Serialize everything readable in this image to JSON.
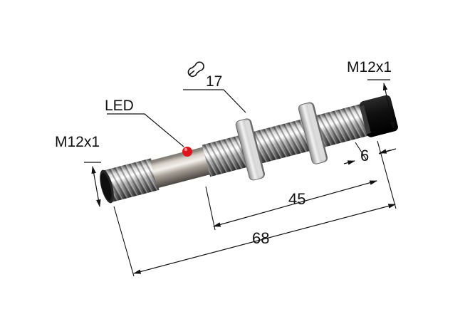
{
  "labels": {
    "thread_front": "M12x1",
    "thread_back": "M12x1",
    "led": "LED",
    "wrench_size": "17",
    "dim_total": "68",
    "dim_thread": "45",
    "dim_connector": "6"
  },
  "colors": {
    "led": "#e0141b",
    "metal_light": "#e6e6e6",
    "metal_mid": "#a9a9a9",
    "metal_dark": "#5f5f5f",
    "connector": "#151515",
    "dimension_lines": "#111111"
  },
  "icons": {
    "wrench": "wrench-icon"
  }
}
